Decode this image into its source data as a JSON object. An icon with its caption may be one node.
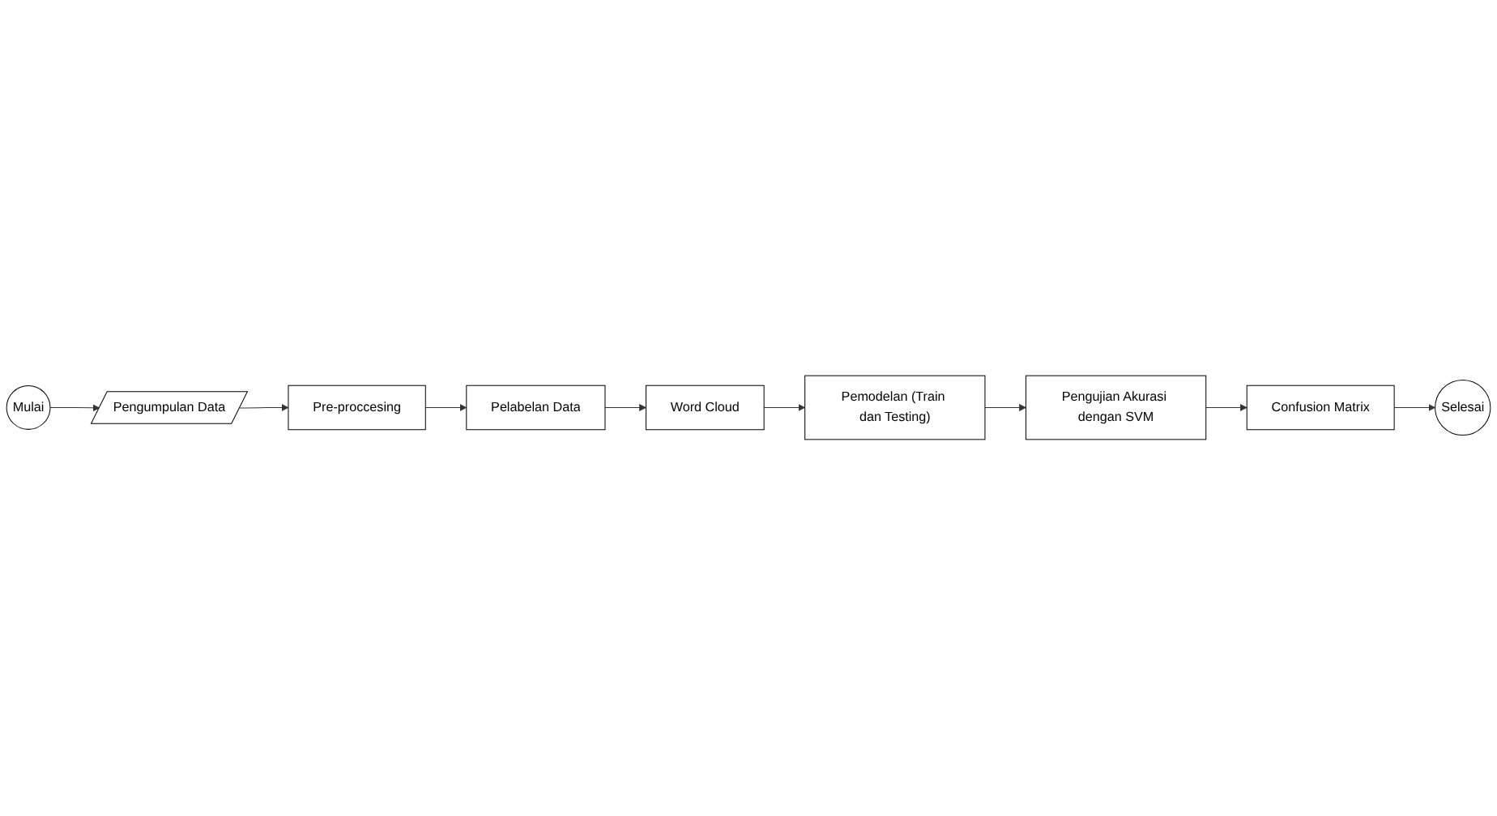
{
  "diagram": {
    "nodes": [
      {
        "text": [
          "Mulai"
        ]
      },
      {
        "text": [
          "Pengumpulan Data"
        ]
      },
      {
        "text": [
          "Pre-proccesing"
        ]
      },
      {
        "text": [
          "Pelabelan Data"
        ]
      },
      {
        "text": [
          "Word Cloud"
        ]
      },
      {
        "text": [
          "Pemodelan (Train dan Testing)"
        ]
      },
      {
        "text": [
          "Pengujian Akurasi dengan SVM"
        ]
      },
      {
        "text": [
          "Confusion Matrix"
        ]
      },
      {
        "text": [
          "Selesai"
        ]
      }
    ],
    "edges": [
      {
        "from": 0,
        "to": 1,
        "arrow": "to"
      },
      {
        "from": 1,
        "to": 2,
        "arrow": "to"
      },
      {
        "from": 2,
        "to": 3,
        "arrow": "to"
      },
      {
        "from": 3,
        "to": 4,
        "arrow": "to"
      },
      {
        "from": 4,
        "to": 5,
        "arrow": "to"
      },
      {
        "from": 5,
        "to": 6,
        "arrow": "to"
      },
      {
        "from": 6,
        "to": 7,
        "arrow": "to"
      },
      {
        "from": 7,
        "to": 8,
        "arrow": "to"
      }
    ]
  }
}
